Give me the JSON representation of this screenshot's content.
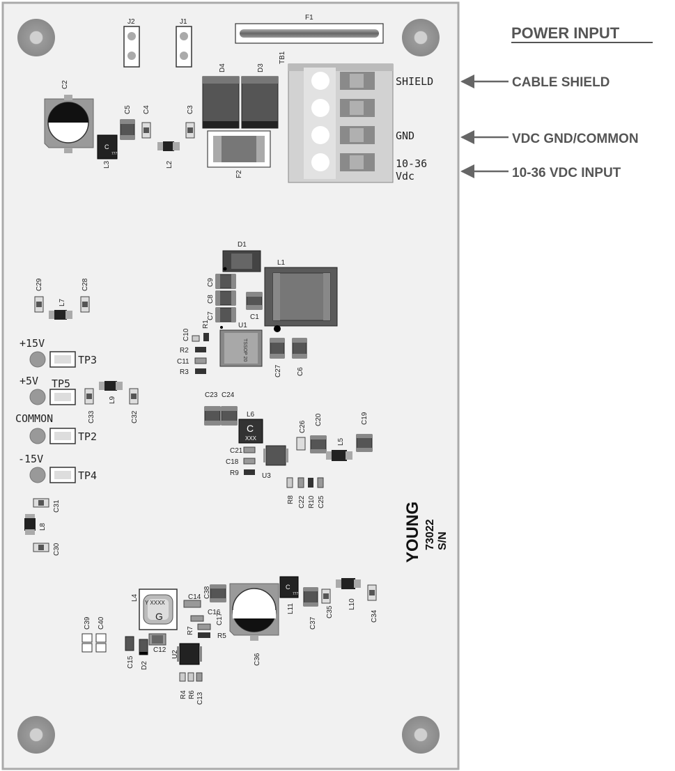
{
  "title": "POWER INPUT",
  "callouts": [
    "CABLE SHIELD",
    "VDC GND/COMMON",
    "10-36 VDC INPUT"
  ],
  "terminal_labels": {
    "shield": "SHIELD",
    "gnd": "GND",
    "vin_1": "10-36",
    "vin_2": "Vdc"
  },
  "board_marking": {
    "brand": "YOUNG",
    "model": "73022",
    "serial": "S/N"
  },
  "test_points": [
    {
      "net": "+15V",
      "tp": "TP3"
    },
    {
      "net": "+5V",
      "tp": "TP5"
    },
    {
      "net": "COMMON",
      "tp": "TP2"
    },
    {
      "net": "-15V",
      "tp": "TP4"
    }
  ],
  "ic_markings": {
    "u1": "TSSOP 20",
    "inductor_code": "C",
    "inductor_sub": "777",
    "l6_code": "C",
    "l6_sub": "XXX",
    "l4_code": "Y XXXX",
    "l4_sub": "G"
  },
  "refs": {
    "j2": "J2",
    "j1": "J1",
    "f1": "F1",
    "tb1": "TB1",
    "d4": "D4",
    "d3": "D3",
    "f2": "F2",
    "c2": "C2",
    "c5": "C5",
    "c4": "C4",
    "c3": "C3",
    "l3": "L3",
    "l2": "L2",
    "d1": "D1",
    "l1": "L1",
    "c9": "C9",
    "c8": "C8",
    "c7": "C7",
    "c1": "C1",
    "r1": "R1",
    "u1": "U1",
    "c10": "C10",
    "r2": "R2",
    "c11": "C11",
    "r3": "R3",
    "c27": "C27",
    "c6": "C6",
    "c29": "C29",
    "c28": "C28",
    "l7": "L7",
    "l9": "L9",
    "c33": "C33",
    "c32": "C32",
    "c23": "C23",
    "c24": "C24",
    "l6": "L6",
    "c26": "C26",
    "c20": "C20",
    "c19": "C19",
    "l5": "L5",
    "c21": "C21",
    "c18": "C18",
    "r9": "R9",
    "u3": "U3",
    "r8": "R8",
    "c22": "C22",
    "r10": "R10",
    "c25": "C25",
    "c31": "C31",
    "l8": "L8",
    "c30": "C30",
    "l4": "L4",
    "c14": "C14",
    "c38": "C38",
    "c16": "C16",
    "c17": "C17",
    "r5": "R5",
    "r7": "R7",
    "c12": "C12",
    "u2": "U2",
    "c15": "C15",
    "d2": "D2",
    "c39": "C39",
    "c40": "C40",
    "r4": "R4",
    "r6": "R6",
    "c13": "C13",
    "c36": "C36",
    "l11": "L11",
    "c37": "C37",
    "c35": "C35",
    "l10": "L10",
    "c34": "C34"
  }
}
